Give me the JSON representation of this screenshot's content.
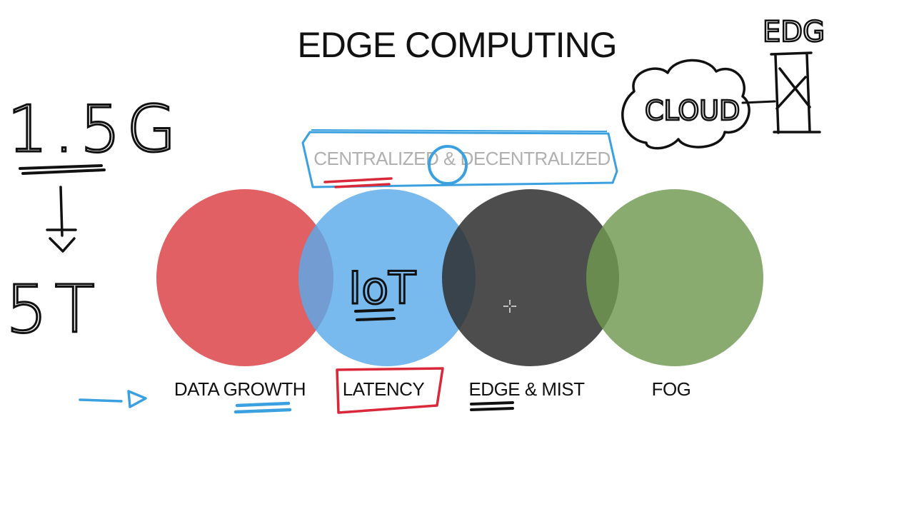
{
  "diagram": {
    "title": "EDGE COMPUTING",
    "subtitle": "CENTRALIZED & DECENTRALIZED",
    "circles": [
      {
        "label": "DATA GROWTH",
        "color": "#dc4a4f"
      },
      {
        "label": "LATENCY",
        "color": "#5aa9ea"
      },
      {
        "label": "EDGE & MIST",
        "color": "#2e2e2e"
      },
      {
        "label": "FOG",
        "color": "#6f9950"
      }
    ]
  },
  "annotations": {
    "top_left_value": "1.5G",
    "bottom_left_value": "5T",
    "cloud_label": "CLOUD",
    "edge_label": "EDG",
    "iot_label": "IoT",
    "ink_colors": {
      "black": "#111111",
      "blue": "#3aa0e0",
      "red": "#d8283a"
    }
  }
}
